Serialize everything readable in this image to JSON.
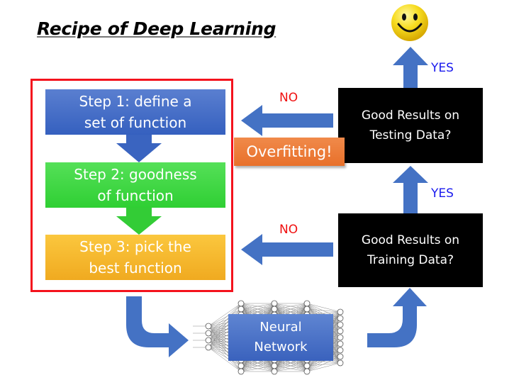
{
  "title": "Recipe of Deep Learning",
  "steps": [
    {
      "label": "Step 1: define a set of function",
      "line1": "Step 1: define a",
      "line2": "set of function",
      "color": "#4472c4"
    },
    {
      "label": "Step 2: goodness of function",
      "line1": "Step 2: goodness",
      "line2": "of function",
      "color": "#3cd43f"
    },
    {
      "label": "Step 3: pick the best function",
      "line1": "Step 3: pick the",
      "line2": "best function",
      "color": "#f5b52e"
    }
  ],
  "neural_network": {
    "line1": "Neural",
    "line2": "Network"
  },
  "decisions": {
    "training": {
      "line1": "Good Results on",
      "line2": "Training Data?"
    },
    "testing": {
      "line1": "Good Results on",
      "line2": "Testing Data?"
    }
  },
  "labels": {
    "no_training": "NO",
    "no_testing": "NO",
    "yes_training": "YES",
    "yes_testing": "YES",
    "overfitting": "Overfitting!"
  },
  "icons": {
    "success": "smiley-face"
  },
  "colors": {
    "arrow": "#4472c4",
    "frame": "#f4131d",
    "no": "#f01010",
    "yes": "#1a1aee",
    "overfitting": "#ed7d31"
  }
}
